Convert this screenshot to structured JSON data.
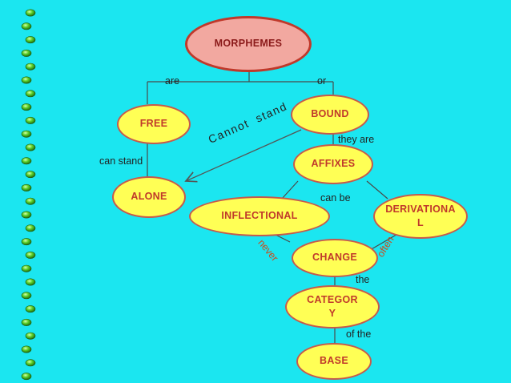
{
  "nodes": {
    "morphemes": "MORPHEMES",
    "free": "FREE",
    "bound": "BOUND",
    "alone": "ALONE",
    "affixes": "AFFIXES",
    "inflectional": "INFLECTIONAL",
    "derivational": "DERIVATIONA L",
    "change": "CHANGE",
    "category": "CATEGOR Y",
    "base": "BASE"
  },
  "edge_labels": {
    "are": "are",
    "or": "or",
    "can_stand": "can stand",
    "cannot_stand": "Cannot stand",
    "they_are": "they are",
    "can_be": "can be",
    "never": "never",
    "often": "often",
    "the": "the",
    "of_the": "of the"
  },
  "colors": {
    "background": "#1BE6F0",
    "node_fill": "#FFFF55",
    "node_border": "#C65A4C",
    "root_fill": "#F2A8A0",
    "text_red": "#C0392B",
    "bullet_green": "#3DBB1E"
  },
  "bullet_count": 28
}
